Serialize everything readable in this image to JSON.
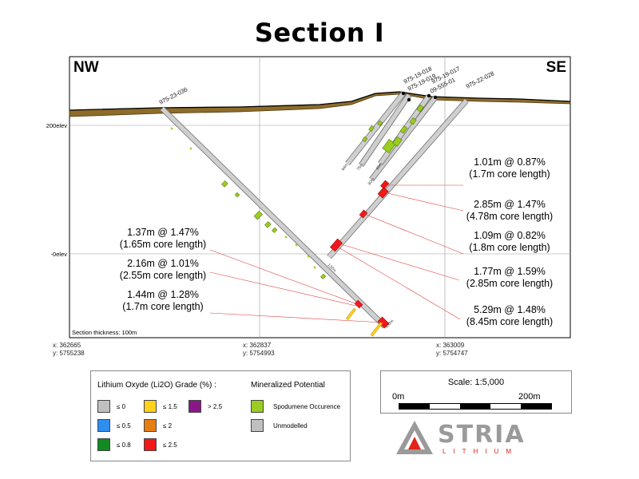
{
  "title": "Section I",
  "section": {
    "left_label": "NW",
    "right_label": "SE",
    "elev_labels": [
      "200elev",
      "-0elev"
    ],
    "section_thickness": "Section thickness: 100m",
    "coords": [
      {
        "x": "x: 362665",
        "y": "y: 5755238"
      },
      {
        "x": "x: 362837",
        "y": "y: 5754993"
      },
      {
        "x": "x: 363009",
        "y": "y: 5754747"
      }
    ],
    "holes": [
      {
        "name": "975-23-036",
        "end_label": "133m"
      },
      {
        "name": "975-19-018",
        "end_label": "64m"
      },
      {
        "name": "975-19-019",
        "end_label": "75m"
      },
      {
        "name": "975-19-017",
        "end_label": "60m"
      },
      {
        "name": "09-555-01",
        "end_label": "82m"
      },
      {
        "name": "975-22-028",
        "end_label": "132m"
      }
    ],
    "intercepts_right": [
      {
        "line1": "1.01m @ 0.87%",
        "line2": "(1.7m core length)"
      },
      {
        "line1": "2.85m @ 1.47%",
        "line2": "(4.78m core length)"
      },
      {
        "line1": "1.09m @ 0.82%",
        "line2": "(1.8m core length)"
      },
      {
        "line1": "1.77m @ 1.59%",
        "line2": "(2.85m core length)"
      },
      {
        "line1": "5.29m @ 1.48%",
        "line2": "(8.45m core length)"
      }
    ],
    "intercepts_left": [
      {
        "line1": "1.37m @ 1.47%",
        "line2": "(1.65m core length)"
      },
      {
        "line1": "2.16m @ 1.01%",
        "line2": "(2.55m core length)"
      },
      {
        "line1": "1.44m @ 1.28%",
        "line2": "(1.7m core length)"
      }
    ]
  },
  "legend": {
    "grade_title": "Lithium Oxyde (Li2O) Grade (%) :",
    "potential_title": "Mineralized Potential",
    "grades": [
      {
        "label": "≤ 0",
        "color": "#c0c0c0"
      },
      {
        "label": "≤ 0.5",
        "color": "#2e8ff0"
      },
      {
        "label": "≤ 0.8",
        "color": "#118a22"
      },
      {
        "label": "≤ 1.5",
        "color": "#ffd21a"
      },
      {
        "label": "≤ 2",
        "color": "#e77f10"
      },
      {
        "label": "≤ 2.5",
        "color": "#f21818"
      },
      {
        "label": "> 2.5",
        "color": "#8a178a"
      }
    ],
    "potential": [
      {
        "label": "Spodumene Occurence",
        "color": "#9acd1f"
      },
      {
        "label": "Unmodelled",
        "color": "#c0c0c0"
      }
    ]
  },
  "scale": {
    "title": "Scale: 1:5,000",
    "start": "0m",
    "end": "200m"
  },
  "logo": {
    "name": "STRIA",
    "sub": "LITHIUM",
    "colors": {
      "gray": "#9a9a9a",
      "red": "#e2231a"
    }
  }
}
